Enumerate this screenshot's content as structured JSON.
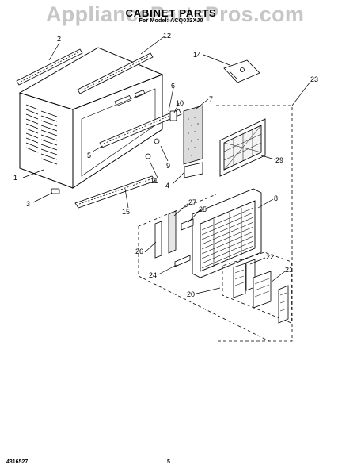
{
  "watermark": "AppliancePartsPros.com",
  "header": {
    "title": "CABINET PARTS",
    "subtitle": "For Model: ACQ032XJ0"
  },
  "callouts": [
    "1",
    "2",
    "3",
    "4",
    "5",
    "6",
    "7",
    "8",
    "9",
    "10",
    "11",
    "12",
    "14",
    "15",
    "20",
    "21",
    "22",
    "23",
    "24",
    "25",
    "26",
    "27",
    "29"
  ],
  "footer": {
    "doc_number": "4316527",
    "page_number": "5"
  }
}
